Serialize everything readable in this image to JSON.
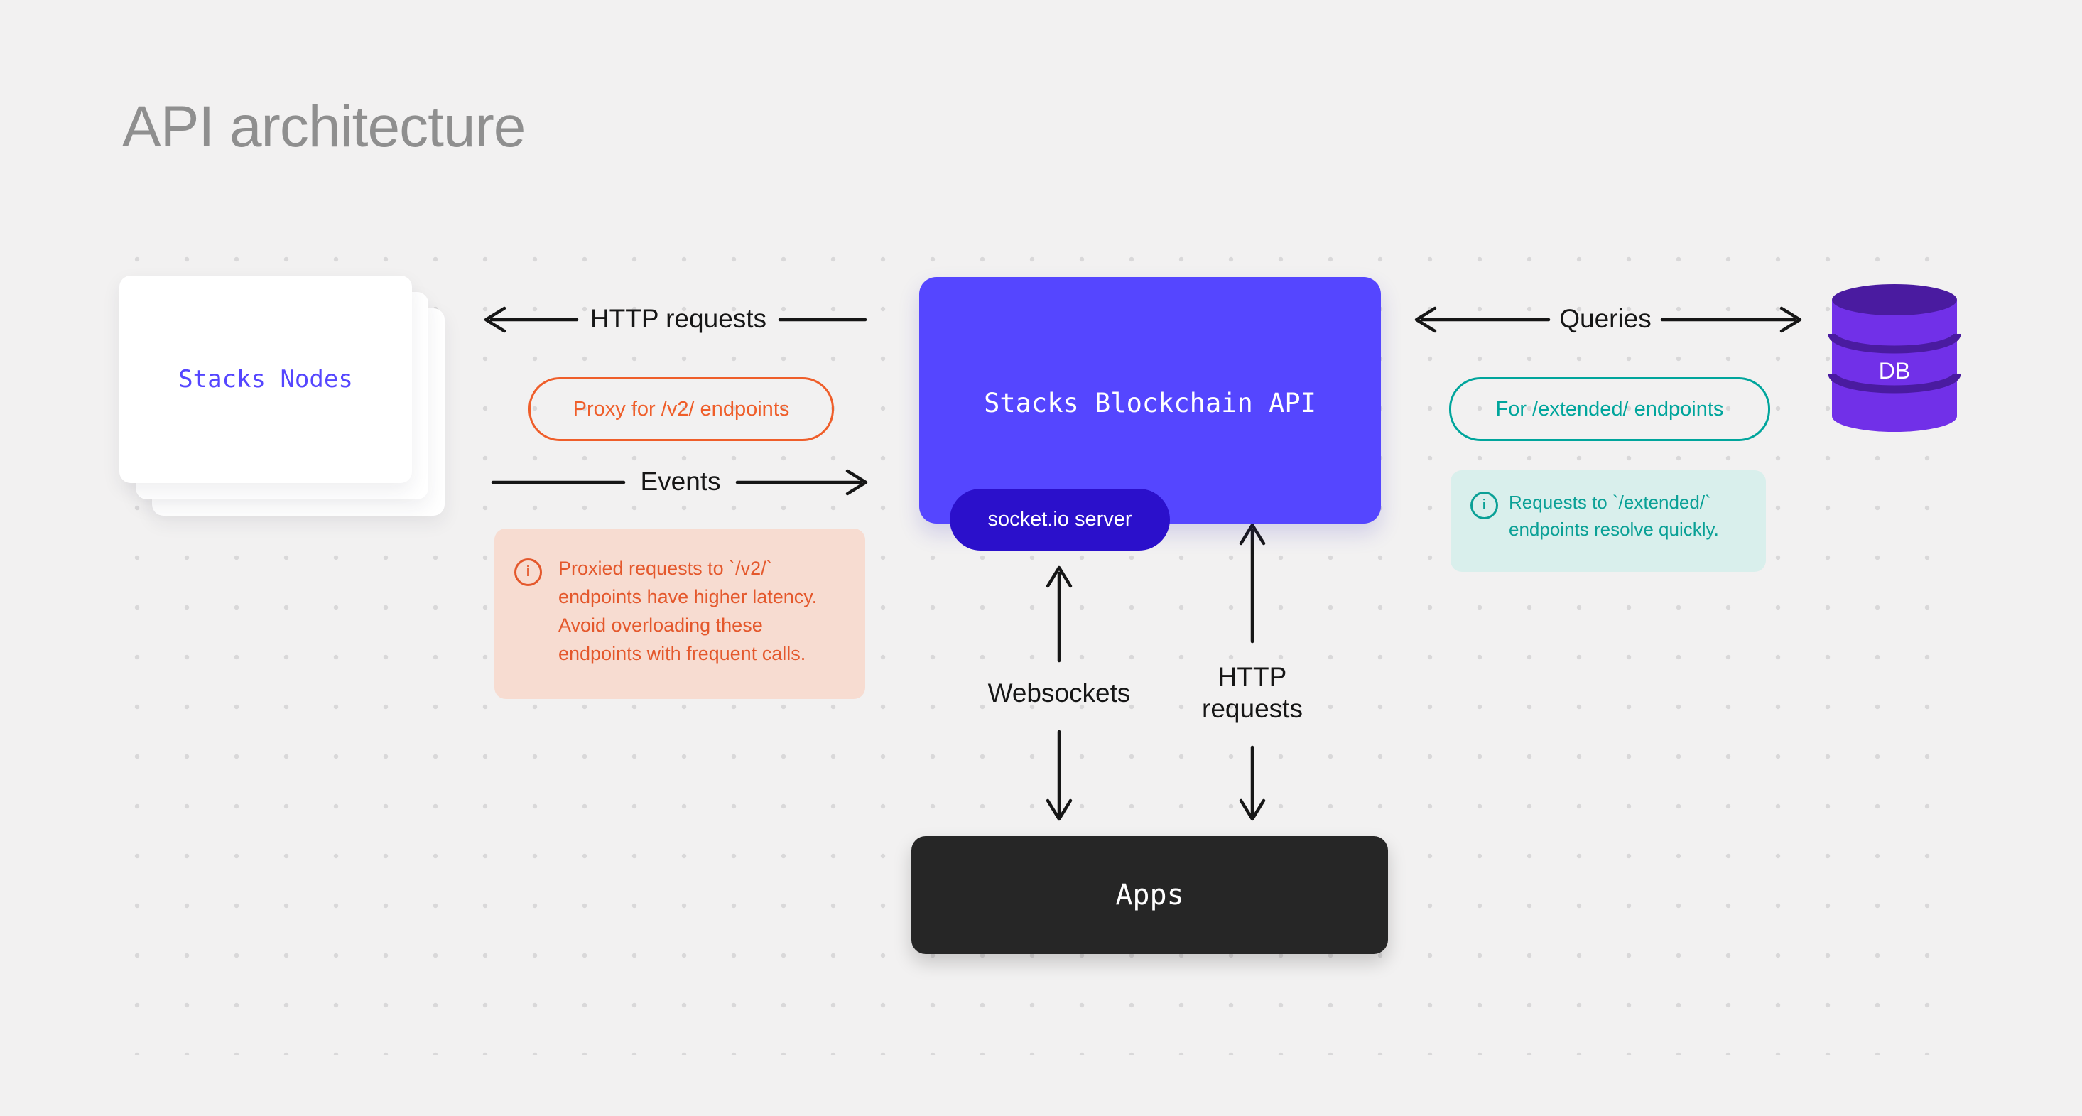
{
  "title": "API architecture",
  "colors": {
    "background": "#F2F1F1",
    "brand_purple": "#5546FF",
    "socket_pill_purple": "#2B10CB",
    "orange_accent": "#EF5E2A",
    "teal_accent": "#00A59C",
    "apps_dark": "#262626",
    "db_purple": "#7130E8",
    "title_gray": "#8F8F8F"
  },
  "icons": {
    "info": "i"
  },
  "nodes": {
    "stacks_nodes": {
      "label": "Stacks Nodes"
    },
    "api": {
      "label": "Stacks Blockchain API",
      "socket_badge": "socket.io server"
    },
    "db": {
      "label": "DB"
    },
    "apps": {
      "label": "Apps"
    }
  },
  "edges": {
    "http_requests": {
      "label": "HTTP requests"
    },
    "events": {
      "label": "Events"
    },
    "queries": {
      "label": "Queries"
    },
    "websockets": {
      "label": "Websockets"
    },
    "http_requests_apps": {
      "label": "HTTP requests"
    }
  },
  "pills": {
    "proxy_v2": {
      "label": "Proxy for /v2/ endpoints"
    },
    "extended": {
      "label": "For /extended/ endpoints"
    }
  },
  "callouts": {
    "v2_latency": {
      "icon": "info-icon",
      "text": "Proxied requests to `/v2/` endpoints have higher latency. Avoid overloading these endpoints with frequent calls."
    },
    "extended_fast": {
      "icon": "info-icon",
      "text": "Requests to `/extended/` endpoints resolve quickly."
    }
  }
}
